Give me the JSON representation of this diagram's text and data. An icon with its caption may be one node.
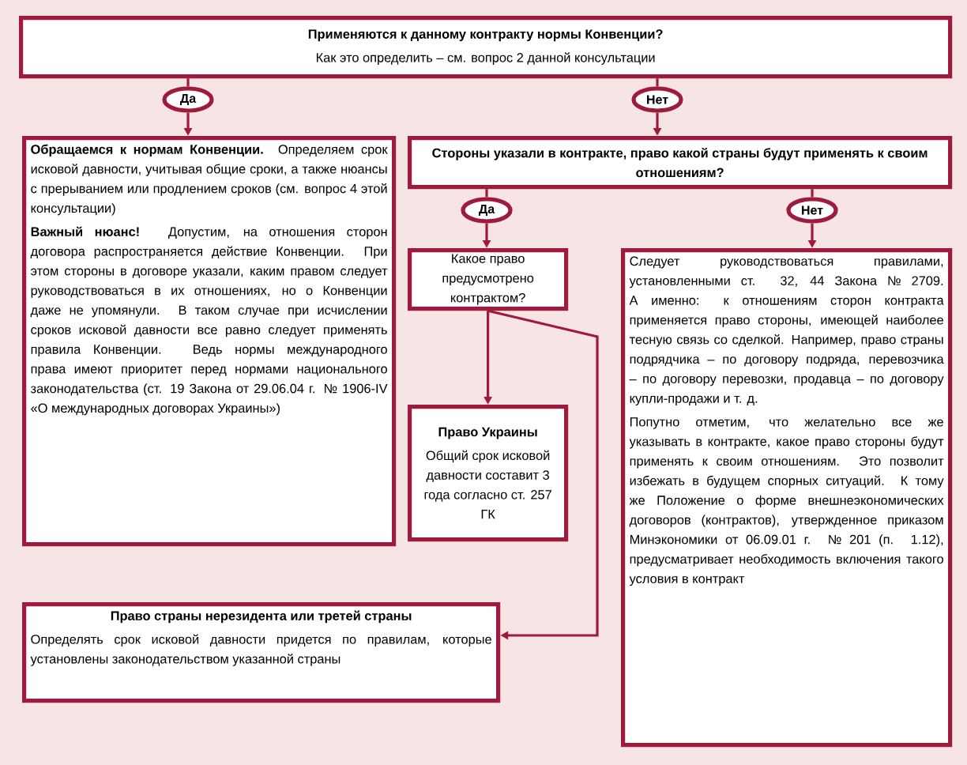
{
  "diagram": {
    "nodes": [
      {
        "text": [
          "Применяются к данному контракту нормы Конвенции?",
          "Как это определить – см. вопрос 2 данной консультации"
        ]
      },
      {
        "text": [
          "Да"
        ]
      },
      {
        "text": [
          "Нет"
        ]
      },
      {
        "text": [
          "**Обращаемся к нормам Конвенции.** Определяем срок исковой давности, учитывая общие сроки, а также нюансы с прерыванием или продлением сроков (см. вопрос 4 этой консультации)",
          "**Важный нюанс!** Допустим, на отношения сторон договора распространяется действие Конвенции. При этом стороны в договоре указали, каким правом следует руководствоваться в их отношениях, но о Конвенции даже не упомянули. В таком случае при исчислении сроков исковой давности все равно следует применять правила Конвенции. Ведь нормы международного права имеют приоритет перед нормами национального законодательства (ст. 19 Закона от 29.06.04 г. № 1906-IV «О международных договорах Украины»)"
        ]
      },
      {
        "text": [
          "Стороны указали в контракте, право какой страны будут применять к своим отношениям?"
        ]
      },
      {
        "text": [
          "Да"
        ]
      },
      {
        "text": [
          "Нет"
        ]
      },
      {
        "text": [
          "Какое право предусмотрено контрактом?"
        ]
      },
      {
        "text": [
          "Право Украины",
          "Общий срок исковой давности составит 3 года согласно ст. 257 ГК"
        ]
      },
      {
        "text": [
          "Право страны нерезидента или третей страны",
          "Определять срок исковой давности придется по правилам, которые установлены законодательством указанной страны"
        ]
      },
      {
        "text": [
          "Следует руководствоваться правилами, установленными ст. 32, 44 Закона № 2709. А именно: к отношениям сторон контракта применяется право стороны, имеющей наиболее тесную связь со сделкой. Например, право страны подрядчика – по договору подряда, перевозчика – по договору перевозки, продавца – по договору купли-продажи и т. д.",
          "Попутно отметим, что желательно все же указывать в контракте, какое право стороны будут применять к своим отношениям. Это позволит избежать в будущем спорных ситуаций. К тому же Положение о форме внешнеэкономических договоров (контрактов), утвержденное приказом Минэкономики от 06.09.01 г. № 201 (п. 1.12), предусматривает необходимость включения такого условия в контракт"
        ]
      }
    ],
    "edges": [
      {
        "from": 0,
        "to": 1,
        "arrow": "none"
      },
      {
        "from": 1,
        "to": 3,
        "arrow": "to"
      },
      {
        "from": 0,
        "to": 2,
        "arrow": "none"
      },
      {
        "from": 2,
        "to": 4,
        "arrow": "to"
      },
      {
        "from": 4,
        "to": 5,
        "arrow": "none"
      },
      {
        "from": 5,
        "to": 7,
        "arrow": "to"
      },
      {
        "from": 4,
        "to": 6,
        "arrow": "none"
      },
      {
        "from": 6,
        "to": 10,
        "arrow": "to"
      },
      {
        "from": 7,
        "to": 8,
        "arrow": "to"
      },
      {
        "from": 7,
        "to": 9,
        "arrow": "to"
      }
    ]
  }
}
